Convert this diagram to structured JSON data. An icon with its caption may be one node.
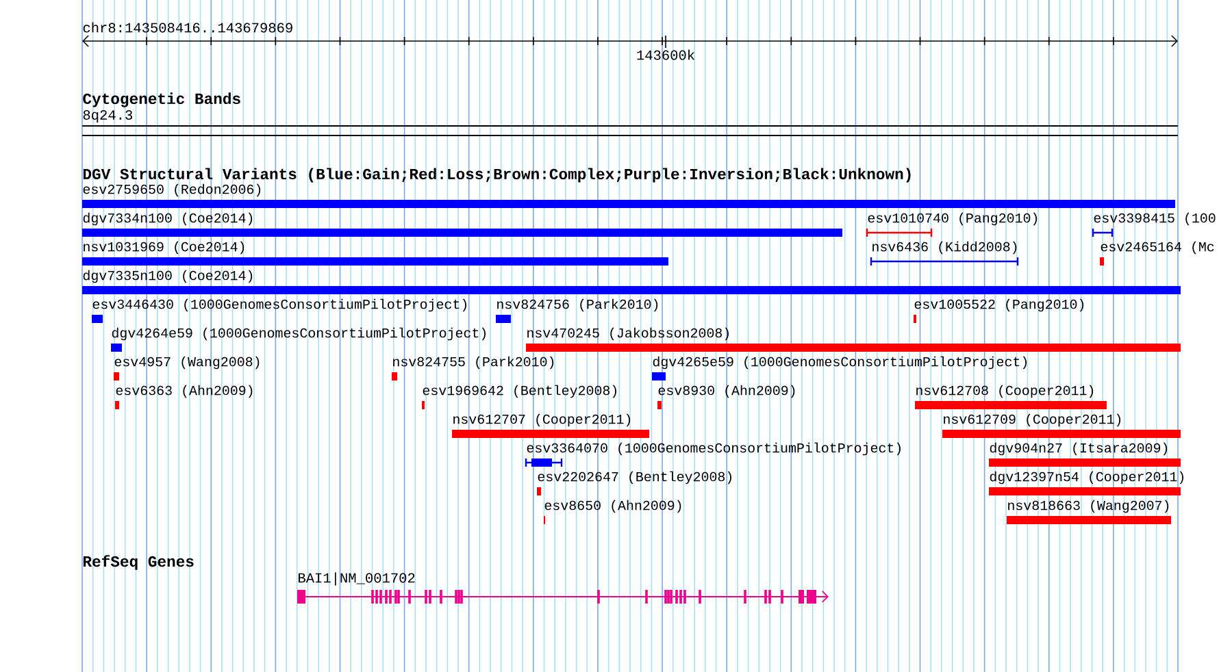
{
  "diagram": {
    "labels": [
      "chr8:143508416..143679869",
      "143600k",
      "Cytogenetic Bands",
      "8q24.3",
      "DGV Structural Variants (Blue:Gain;Red:Loss;Brown:Complex;Purple:Inversion;Black:Unknown)",
      "esv2759650 (Redon2006)",
      "dgv7334n100 (Coe2014)",
      "esv1010740 (Pang2010)",
      "esv3398415 (100",
      "nsv1031969 (Coe2014)",
      "nsv6436 (Kidd2008)",
      "esv2465164 (Mc",
      "dgv7335n100 (Coe2014)",
      "esv3446430 (1000GenomesConsortiumPilotProject)",
      "nsv824756 (Park2010)",
      "esv1005522 (Pang2010)",
      "dgv4264e59 (1000GenomesConsortiumPilotProject)",
      "nsv470245 (Jakobsson2008)",
      "esv4957 (Wang2008)",
      "nsv824755 (Park2010)",
      "dgv4265e59 (1000GenomesConsortiumPilotProject)",
      "esv6363 (Ahn2009)",
      "esv1969642 (Bentley2008)",
      "esv8930 (Ahn2009)",
      "nsv612708 (Cooper2011)",
      "nsv612707 (Cooper2011)",
      "nsv612709 (Cooper2011)",
      "esv3364070 (1000GenomesConsortiumPilotProject)",
      "dgv904n27 (Itsara2009)",
      "esv2202647 (Bentley2008)",
      "dgv12397n54 (Cooper2011)",
      "esv8650 (Ahn2009)",
      "nsv818663 (Wang2007)",
      "RefSeq Genes",
      "BAI1|NM_001702"
    ]
  }
}
